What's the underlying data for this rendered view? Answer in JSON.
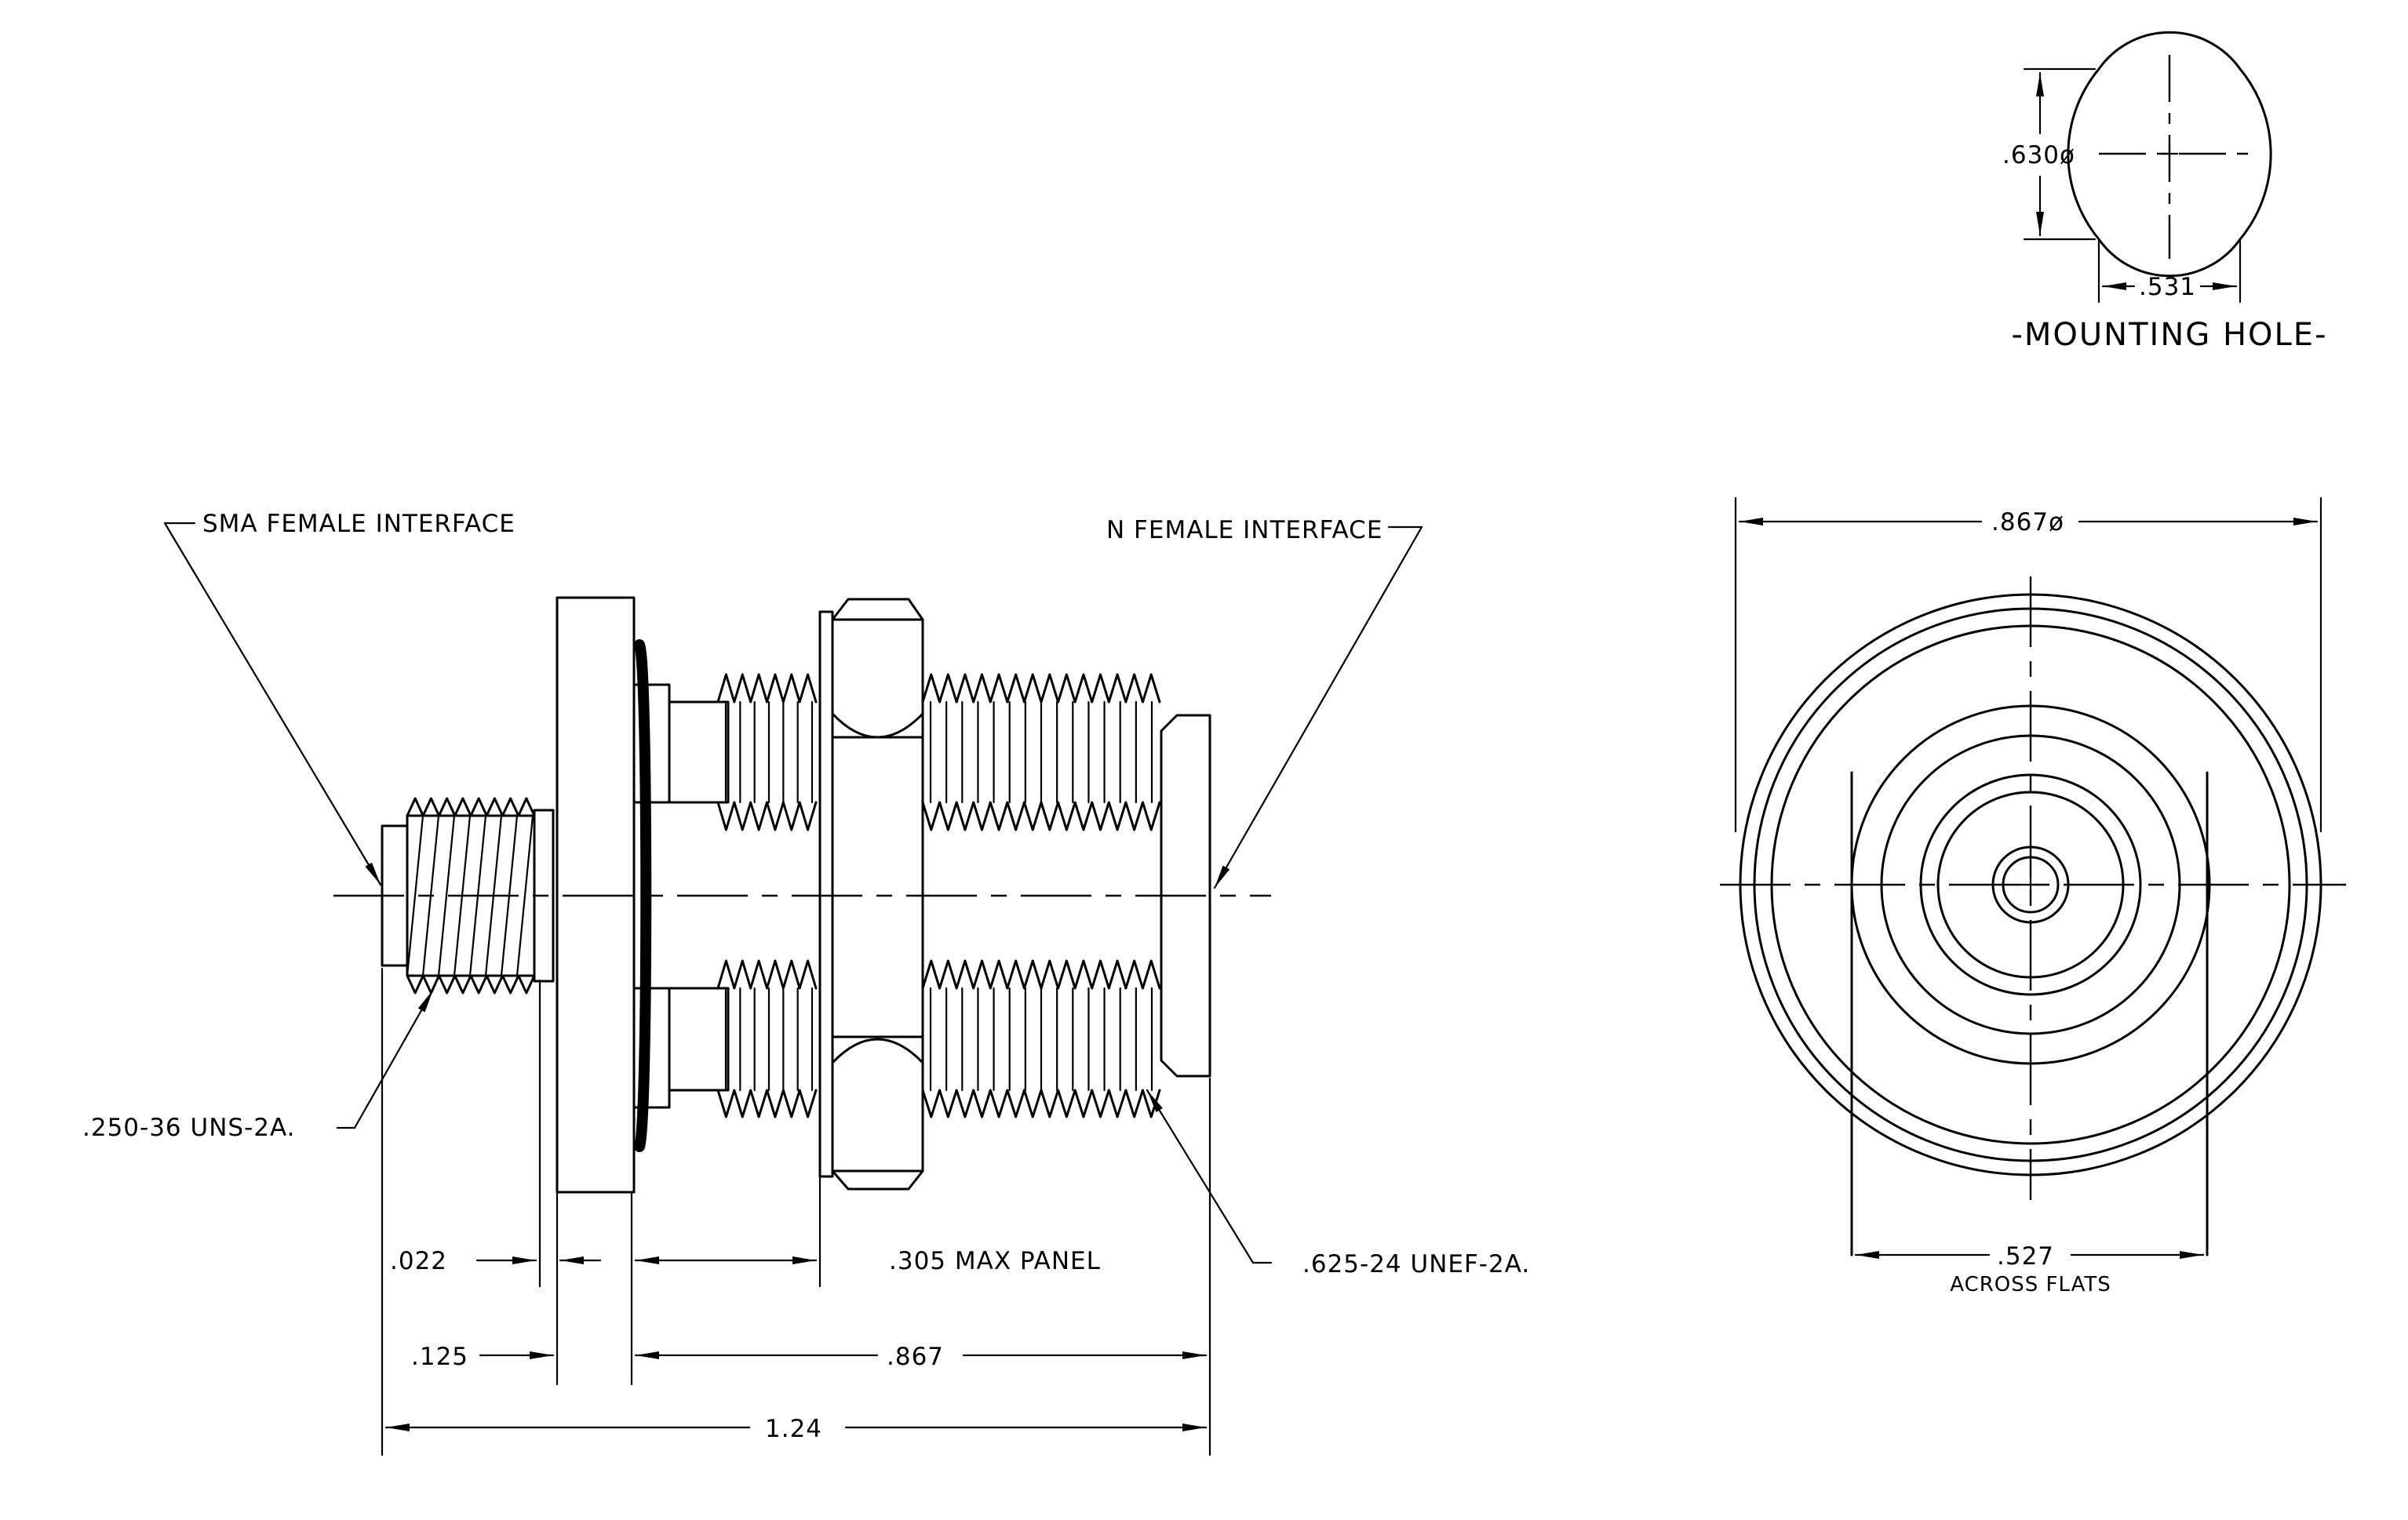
{
  "labels": {
    "sma_interface": "SMA FEMALE INTERFACE",
    "n_interface": "N FEMALE INTERFACE",
    "sma_thread": ".250-36 UNS-2A.",
    "n_thread": ".625-24 UNEF-2A.",
    "max_panel": ".305 MAX PANEL"
  },
  "dimensions": {
    "d_022": ".022",
    "d_125": ".125",
    "d_867": ".867",
    "d_124": "1.24",
    "front_dia": ".867ø",
    "across_flats": ".527",
    "across_flats_note": "ACROSS FLATS"
  },
  "mounting_hole": {
    "title": "-MOUNTING HOLE-",
    "dia": ".630ø",
    "flat": ".531"
  }
}
